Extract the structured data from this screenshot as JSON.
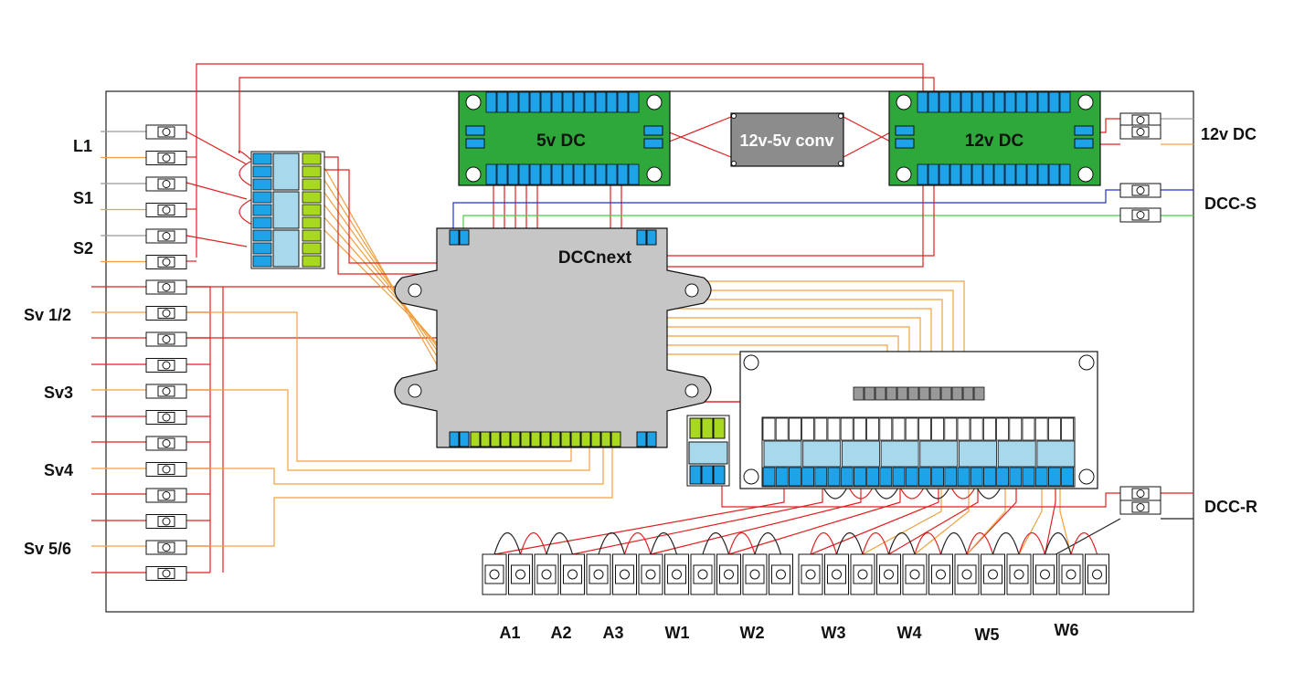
{
  "labels": {
    "left": [
      "L1",
      "S1",
      "S2",
      "Sv 1/2",
      "Sv3",
      "Sv4",
      "Sv 5/6"
    ],
    "right": [
      "12v DC",
      "DCC-S",
      "DCC-R"
    ],
    "bottom": [
      "A1",
      "A2",
      "A3",
      "W1",
      "W2",
      "W3",
      "W4",
      "W5",
      "W6"
    ]
  },
  "boards": {
    "psu5v": "5v DC",
    "conv": "12v-5v conv",
    "psu12v": "12v DC",
    "controller": "DCCnext"
  },
  "colors": {
    "red": "#e02020",
    "orange": "#f0a040",
    "blue": "#2030d0",
    "green": "#40d040",
    "grey": "#999999",
    "black": "#222222",
    "board_green": "#2ea83a",
    "pin_blue": "#1fa3e8",
    "pin_lime": "#a8d820",
    "pale_blue": "#a8d8ec",
    "controller_grey": "#c6c6c6",
    "conv_grey": "#8c8c8c"
  }
}
